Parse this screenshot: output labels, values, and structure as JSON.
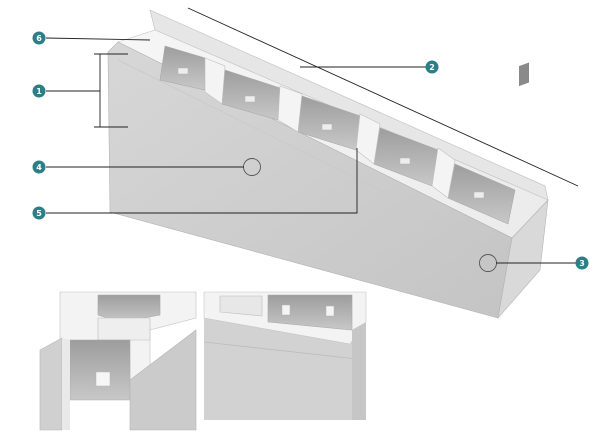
{
  "colors": {
    "marker": "#2b7f86",
    "leader": "#222222",
    "block_top": "#f2f2f2",
    "block_front": "#cfcfcf",
    "block_shadow": "#b9b9b9",
    "background": "#ffffff"
  },
  "callouts": [
    {
      "number": "1"
    },
    {
      "number": "2"
    },
    {
      "number": "3"
    },
    {
      "number": "4"
    },
    {
      "number": "5"
    },
    {
      "number": "6"
    }
  ],
  "detail_views": [
    {
      "subject": "block-end-corner"
    },
    {
      "subject": "block-cell-closeup"
    }
  ]
}
